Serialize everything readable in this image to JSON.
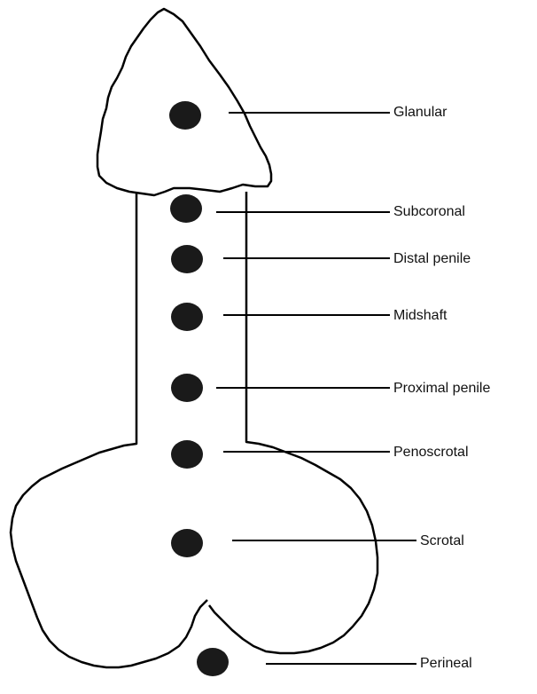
{
  "colors": {
    "outline": "#000000",
    "marker": "#1a1a1a",
    "background": "#ffffff",
    "text": "#111111"
  },
  "labels": {
    "glanular": "Glanular",
    "subcoronal": "Subcoronal",
    "distal_penile": "Distal penile",
    "midshaft": "Midshaft",
    "proximal_penile": "Proximal penile",
    "penoscrotal": "Penoscrotal",
    "scrotal": "Scrotal",
    "perineal": "Perineal"
  }
}
